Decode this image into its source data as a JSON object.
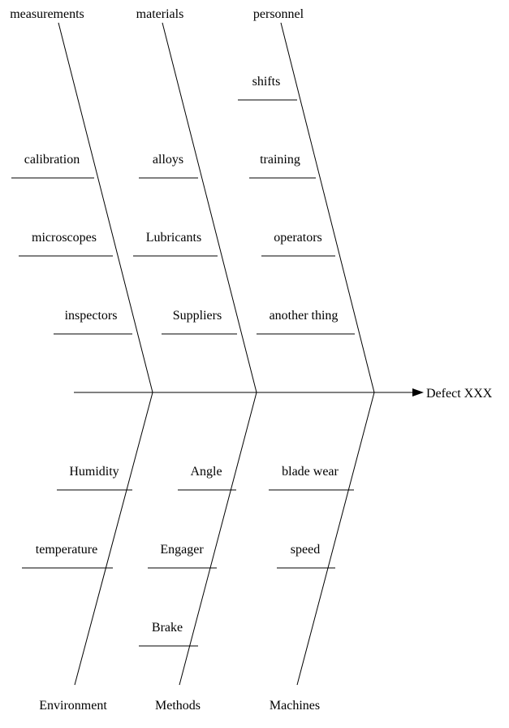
{
  "effect": "Defect XXX",
  "categories": {
    "measurements": {
      "label": "measurements",
      "causes": [
        "calibration",
        "microscopes",
        "inspectors"
      ]
    },
    "materials": {
      "label": "materials",
      "causes": [
        "alloys",
        "Lubricants",
        "Suppliers"
      ]
    },
    "personnel": {
      "label": "personnel",
      "causes": [
        "shifts",
        "training",
        "operators",
        "another thing"
      ]
    },
    "environment": {
      "label": "Environment",
      "causes": [
        "Humidity",
        "temperature"
      ]
    },
    "methods": {
      "label": "Methods",
      "causes": [
        "Angle",
        "Engager",
        "Brake"
      ]
    },
    "machines": {
      "label": "Machines",
      "causes": [
        "blade wear",
        "speed"
      ]
    }
  }
}
